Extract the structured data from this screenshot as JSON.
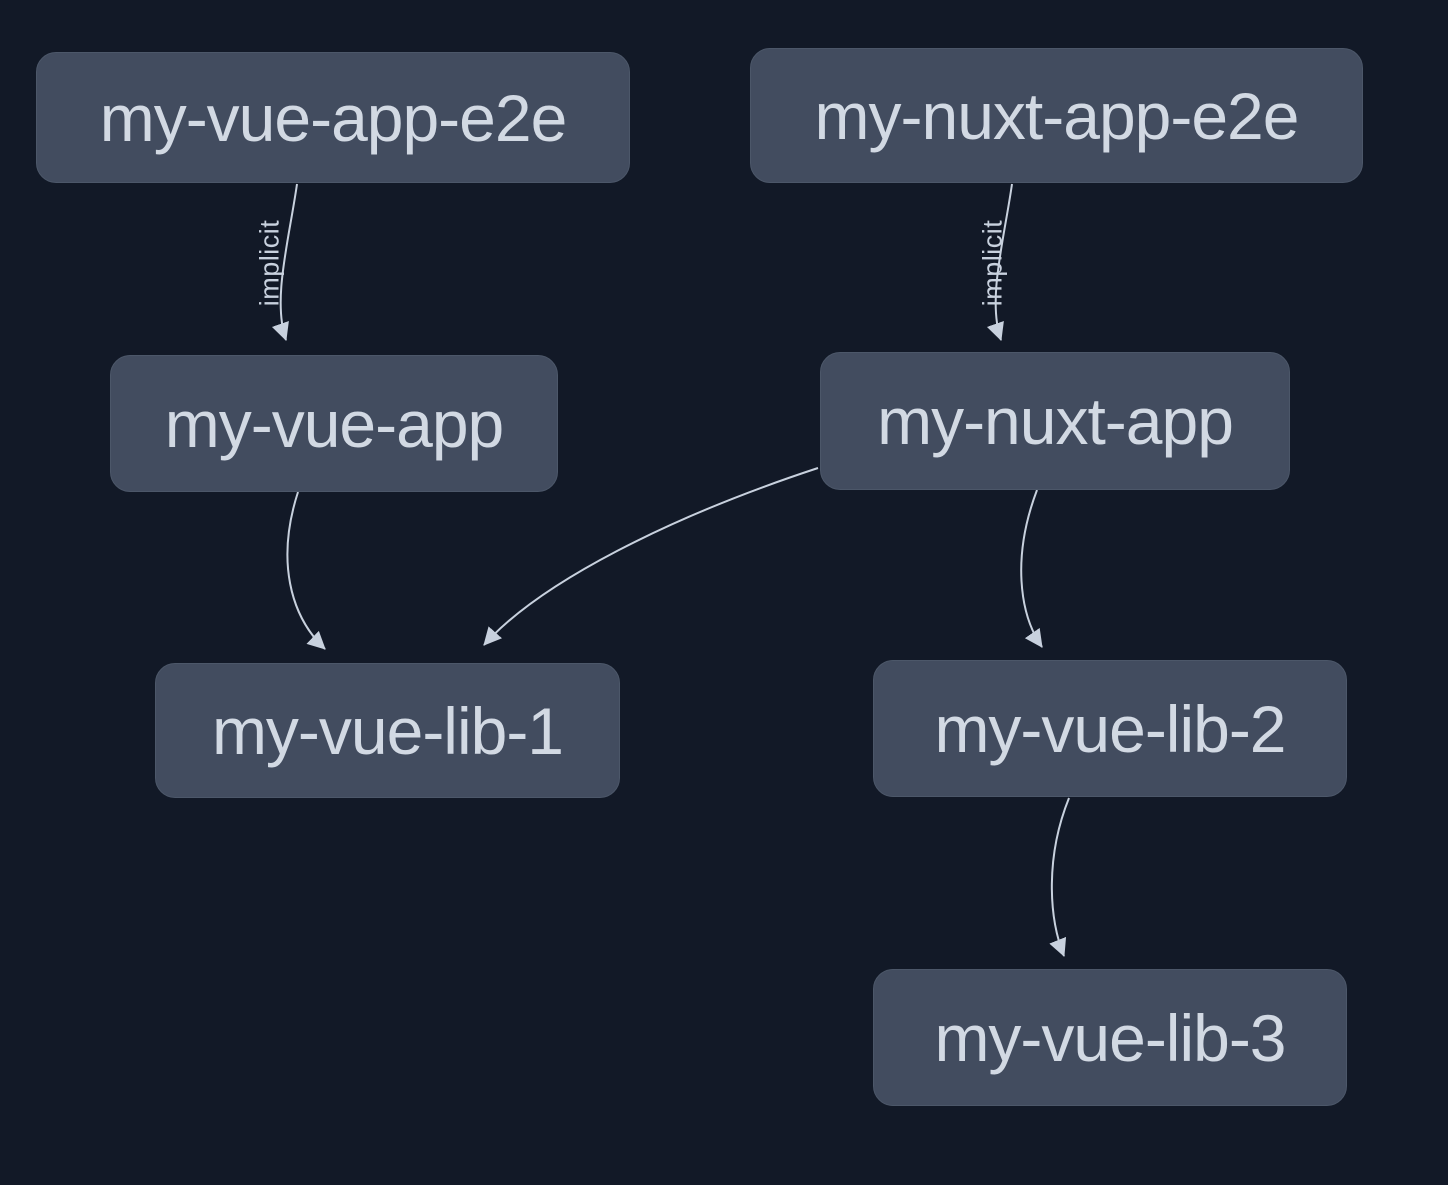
{
  "app": {
    "view": "project-graph"
  },
  "theme": {
    "background": "#121927",
    "node_fill": "#424c5f",
    "node_border": "#4c5769",
    "node_text": "#d2d9e3",
    "edge_color": "#c8d1de"
  },
  "graph": {
    "nodes": [
      {
        "id": "my-vue-app-e2e",
        "label": "my-vue-app-e2e"
      },
      {
        "id": "my-nuxt-app-e2e",
        "label": "my-nuxt-app-e2e"
      },
      {
        "id": "my-vue-app",
        "label": "my-vue-app"
      },
      {
        "id": "my-nuxt-app",
        "label": "my-nuxt-app"
      },
      {
        "id": "my-vue-lib-1",
        "label": "my-vue-lib-1"
      },
      {
        "id": "my-vue-lib-2",
        "label": "my-vue-lib-2"
      },
      {
        "id": "my-vue-lib-3",
        "label": "my-vue-lib-3"
      }
    ],
    "edges": [
      {
        "source": "my-vue-app-e2e",
        "target": "my-vue-app",
        "label": "implicit"
      },
      {
        "source": "my-nuxt-app-e2e",
        "target": "my-nuxt-app",
        "label": "implicit"
      },
      {
        "source": "my-vue-app",
        "target": "my-vue-lib-1",
        "label": ""
      },
      {
        "source": "my-nuxt-app",
        "target": "my-vue-lib-1",
        "label": ""
      },
      {
        "source": "my-nuxt-app",
        "target": "my-vue-lib-2",
        "label": ""
      },
      {
        "source": "my-vue-lib-2",
        "target": "my-vue-lib-3",
        "label": ""
      }
    ]
  }
}
